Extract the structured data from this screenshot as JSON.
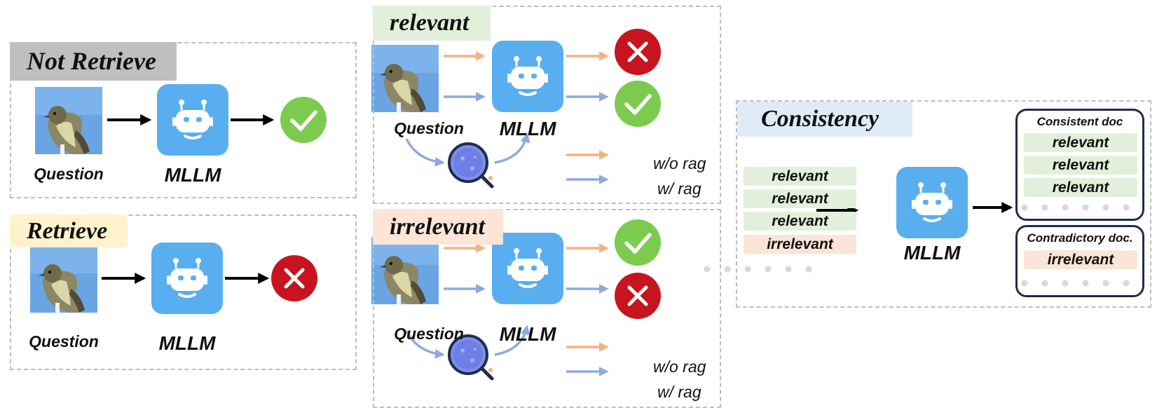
{
  "not_retrieve": {
    "title": "Not Retrieve",
    "question": "Question",
    "model": "MLLM",
    "result": "check-icon"
  },
  "retrieve": {
    "title": "Retrieve",
    "question": "Question",
    "model": "MLLM",
    "result": "cross-icon"
  },
  "relevant": {
    "title": "relevant",
    "question": "Question",
    "model": "MLLM",
    "results": [
      "cross-icon",
      "check-icon"
    ],
    "legend": {
      "without_rag": "w/o rag",
      "with_rag": "w/ rag"
    }
  },
  "irrelevant": {
    "title": "irrelevant",
    "question": "Question",
    "model": "MLLM",
    "results": [
      "check-icon",
      "cross-icon"
    ],
    "legend": {
      "without_rag": "w/o rag",
      "with_rag": "w/ rag"
    }
  },
  "consistency": {
    "title": "Consistency",
    "model": "MLLM",
    "input_docs": [
      "relevant",
      "relevant",
      "relevant",
      "irrelevant"
    ],
    "consistent_box": {
      "title": "Consistent doc",
      "docs": [
        "relevant",
        "relevant",
        "relevant"
      ]
    },
    "contradictory_box": {
      "title": "Contradictory doc.",
      "docs": [
        "irrelevant"
      ]
    }
  },
  "colors": {
    "robot_blue": "#59aef0",
    "check_green": "#7ccb4e",
    "cross_red": "#c8141e",
    "orange_arrow": "#f4b183",
    "blue_arrow": "#8faadc",
    "tag_gray": "#bfbfbf",
    "tag_yellow": "#fff2cc",
    "tag_green": "#e2efda",
    "tag_peach": "#fbe5d6",
    "tag_blue": "#deebf7"
  }
}
